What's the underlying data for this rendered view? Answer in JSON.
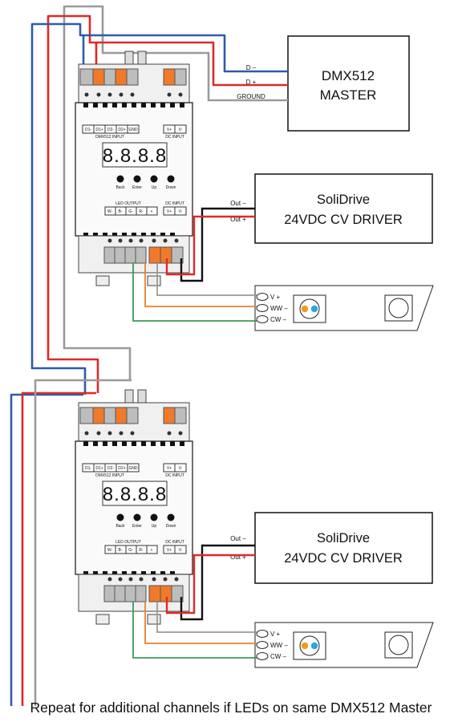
{
  "master": {
    "title_line1": "DMX512",
    "title_line2": "MASTER",
    "wire_labels": [
      "D –",
      "D +",
      "GROUND"
    ]
  },
  "controller": {
    "top_terminals": [
      "D1-",
      "D1+",
      "D2-",
      "D2+",
      "GND"
    ],
    "dc_input_terminals": [
      "V+",
      "V-"
    ],
    "dmx_input_label": "DMX512 INPUT",
    "dc_input_label": "DC INPUT",
    "display": "8.8.8.8",
    "buttons": [
      "Back",
      "Enter",
      "Up",
      "Down"
    ],
    "led_output_label": "LED OUTPUT",
    "dc_input_label_2": "DC INPUT",
    "bottom_terminals": [
      "W-",
      "B-",
      "G-",
      "R-",
      "+",
      "V+",
      "V-"
    ]
  },
  "driver": {
    "title_line1": "SoliDrive",
    "title_line2": "24VDC CV DRIVER",
    "out_minus": "Out –",
    "out_plus": "Out +"
  },
  "strip": {
    "labels": [
      "V +",
      "WW –",
      "CW –"
    ]
  },
  "caption": "Repeat for additional channels if LEDs on same DMX512 Master",
  "colors": {
    "blue_wire": "#2f5ba8",
    "red_wire": "#e02828",
    "gray_wire": "#9a9a9a",
    "orange_wire": "#e8832a",
    "green_wire": "#3a9a5a",
    "black_wire": "#111111",
    "orange_terminal": "#f07a2a",
    "led_orange": "#f39a1e",
    "led_blue": "#29a7e0"
  }
}
